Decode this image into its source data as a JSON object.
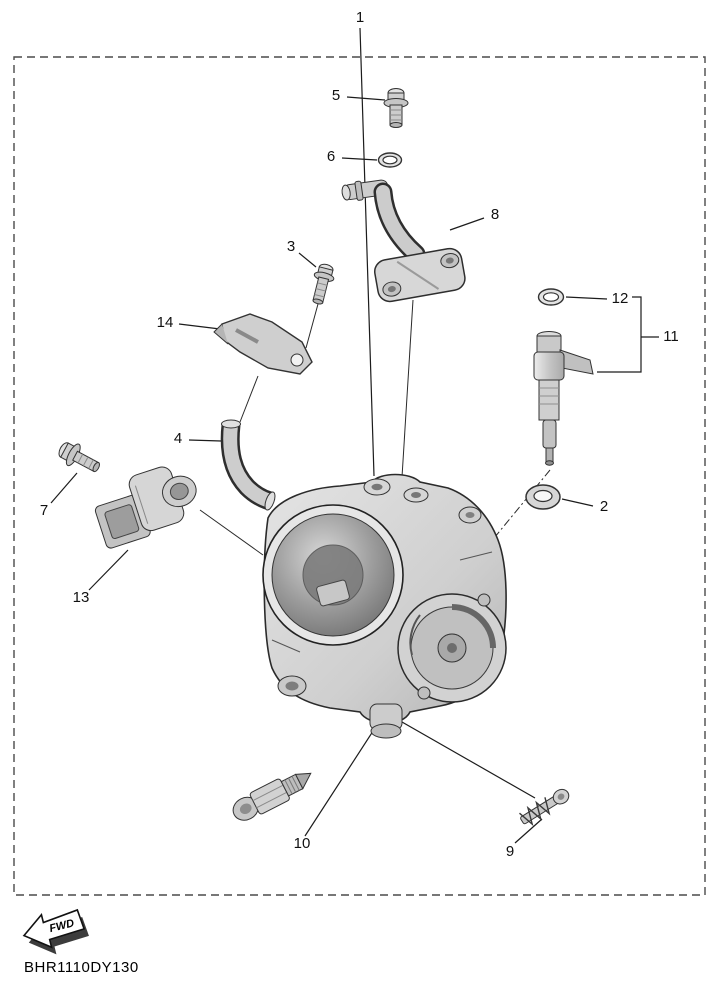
{
  "diagram": {
    "code": "BHR1110DY130",
    "fwd_label": "FWD"
  },
  "callouts": [
    "1",
    "2",
    "3",
    "4",
    "5",
    "6",
    "7",
    "8",
    "9",
    "10",
    "11",
    "12",
    "13",
    "14"
  ]
}
